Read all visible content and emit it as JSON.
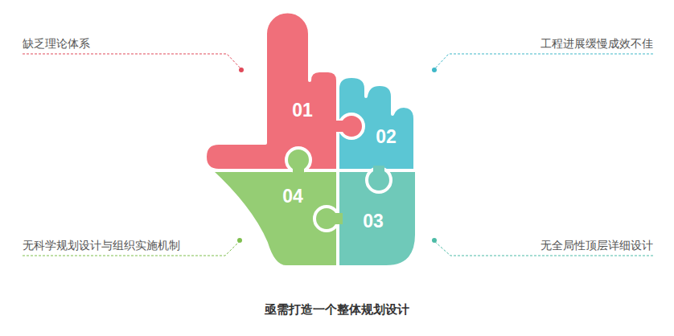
{
  "diagram": {
    "caption": "亟需打造一个整体规划设计",
    "nodes": [
      {
        "text": [
          "01"
        ]
      },
      {
        "text": [
          "02"
        ]
      },
      {
        "text": [
          "04"
        ]
      },
      {
        "text": [
          "03"
        ]
      }
    ],
    "labels": [
      "缺乏理论体系",
      "工程进展缓慢成效不佳",
      "无科学规划设计与组织实施机制",
      "无全局性顶层详细设计"
    ]
  }
}
